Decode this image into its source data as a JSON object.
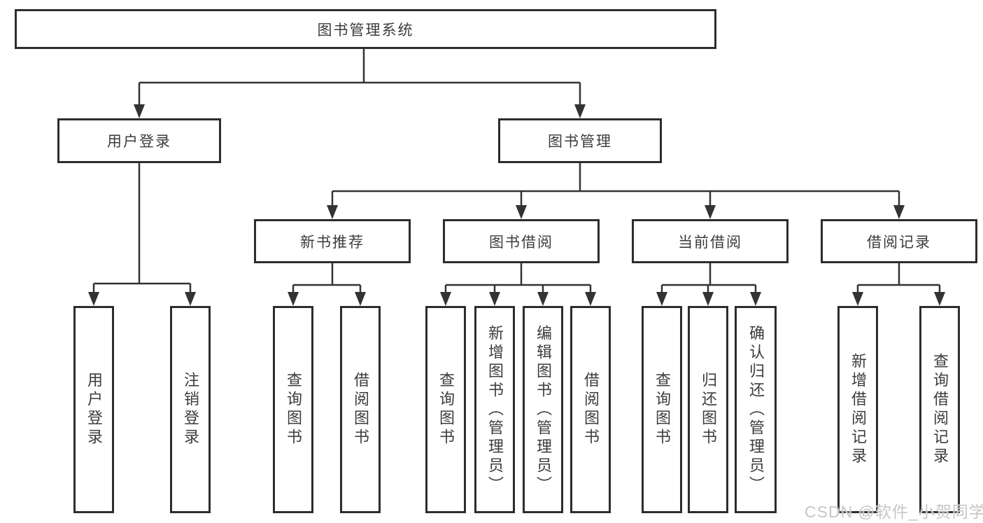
{
  "diagram": {
    "root": {
      "label": "图书管理系统"
    },
    "branches": [
      {
        "label": "用户登录",
        "leaves": [
          {
            "label": "用户登录"
          },
          {
            "label": "注销登录"
          }
        ]
      },
      {
        "label": "图书管理",
        "groups": [
          {
            "label": "新书推荐",
            "leaves": [
              {
                "label": "查询图书"
              },
              {
                "label": "借阅图书"
              }
            ]
          },
          {
            "label": "图书借阅",
            "leaves": [
              {
                "label": "查询图书"
              },
              {
                "label": "新增图书（管理员）"
              },
              {
                "label": "编辑图书（管理员）"
              },
              {
                "label": "借阅图书"
              }
            ]
          },
          {
            "label": "当前借阅",
            "leaves": [
              {
                "label": "查询图书"
              },
              {
                "label": "归还图书"
              },
              {
                "label": "确认归还（管理员）"
              }
            ]
          },
          {
            "label": "借阅记录",
            "leaves": [
              {
                "label": "新增借阅记录"
              },
              {
                "label": "查询借阅记录"
              }
            ]
          }
        ]
      }
    ]
  },
  "watermark": {
    "text": "CSDN @软件_小贺同学"
  },
  "colors": {
    "background": "#ffffff",
    "line": "#333333",
    "border": "#2d2d2d",
    "text": "#3c3c3c",
    "watermark": "#c6c6c6"
  }
}
